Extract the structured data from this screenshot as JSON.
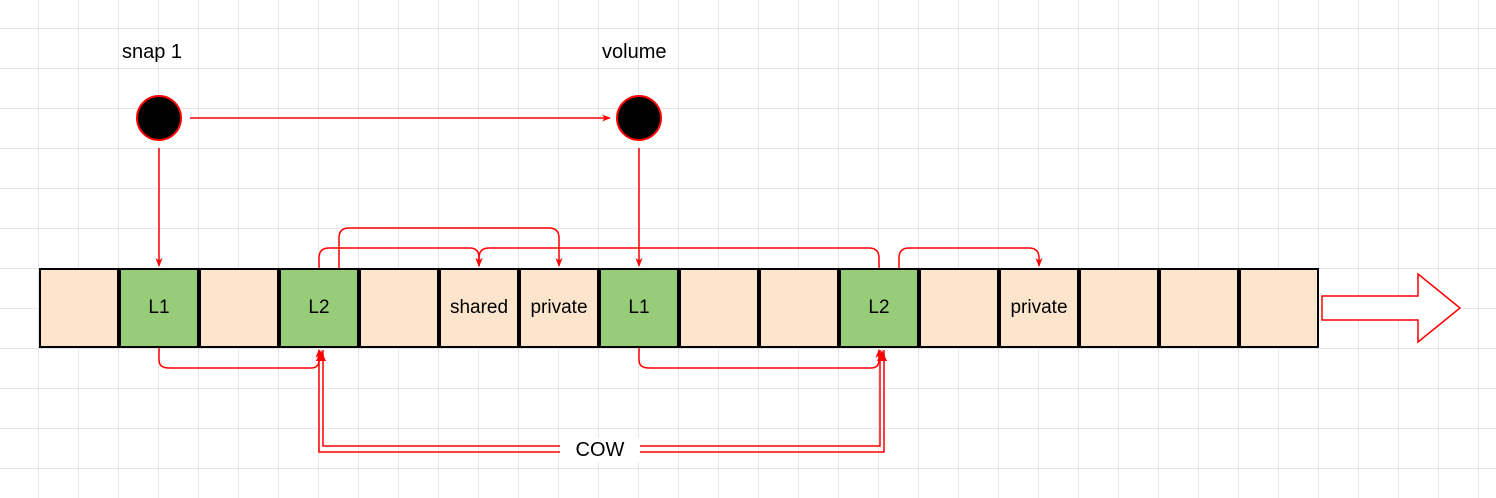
{
  "colors": {
    "block_fill": "#fde4cc",
    "l_block_fill": "#97cc79",
    "arrow": "#ff0000",
    "node": "#000000"
  },
  "nodes": {
    "snap": {
      "label": "snap 1"
    },
    "volume": {
      "label": "volume"
    }
  },
  "blocks": [
    {
      "label": "",
      "kind": "data"
    },
    {
      "label": "L1",
      "kind": "table"
    },
    {
      "label": "",
      "kind": "data"
    },
    {
      "label": "L2",
      "kind": "table"
    },
    {
      "label": "",
      "kind": "data"
    },
    {
      "label": "shared",
      "kind": "data"
    },
    {
      "label": "private",
      "kind": "data"
    },
    {
      "label": "L1",
      "kind": "table"
    },
    {
      "label": "",
      "kind": "data"
    },
    {
      "label": "",
      "kind": "data"
    },
    {
      "label": "L2",
      "kind": "table"
    },
    {
      "label": "",
      "kind": "data"
    },
    {
      "label": "private",
      "kind": "data"
    },
    {
      "label": "",
      "kind": "data"
    },
    {
      "label": "",
      "kind": "data"
    },
    {
      "label": "",
      "kind": "data"
    }
  ],
  "cow_label": "COW"
}
